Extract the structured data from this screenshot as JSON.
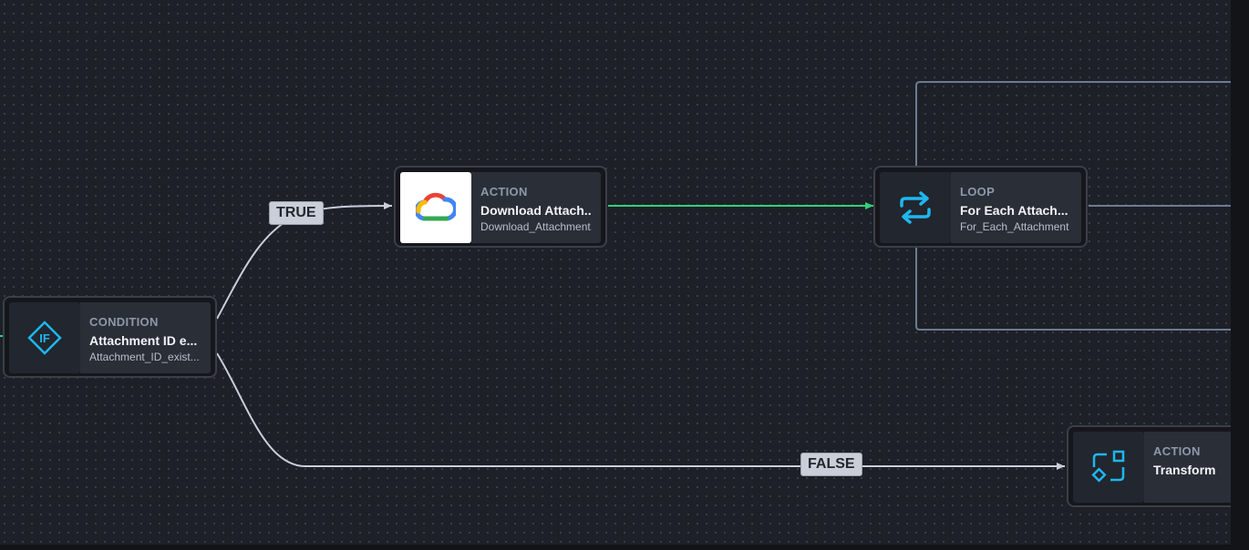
{
  "nodes": {
    "condition": {
      "kind": "CONDITION",
      "title": "Attachment ID e...",
      "subtitle": "Attachment_ID_exist..."
    },
    "download": {
      "kind": "ACTION",
      "title": "Download Attach...",
      "subtitle": "Download_Attachment..."
    },
    "loop": {
      "kind": "LOOP",
      "title": "For Each Attach...",
      "subtitle": "For_Each_Attachment"
    },
    "transform": {
      "kind": "ACTION",
      "title": "Transform"
    }
  },
  "edges": {
    "true_label": "TRUE",
    "false_label": "FALSE"
  },
  "icons": {
    "condition": "if-diamond-icon",
    "download": "google-cloud-icon",
    "loop": "repeat-arrows-icon",
    "transform": "transform-shapes-icon"
  },
  "colors": {
    "background": "#1d2027",
    "edge": "#c9ced8",
    "active_edge": "#2fd17a",
    "loop_edge": "#6e7a92",
    "accent_icon": "#1eb7f0"
  }
}
